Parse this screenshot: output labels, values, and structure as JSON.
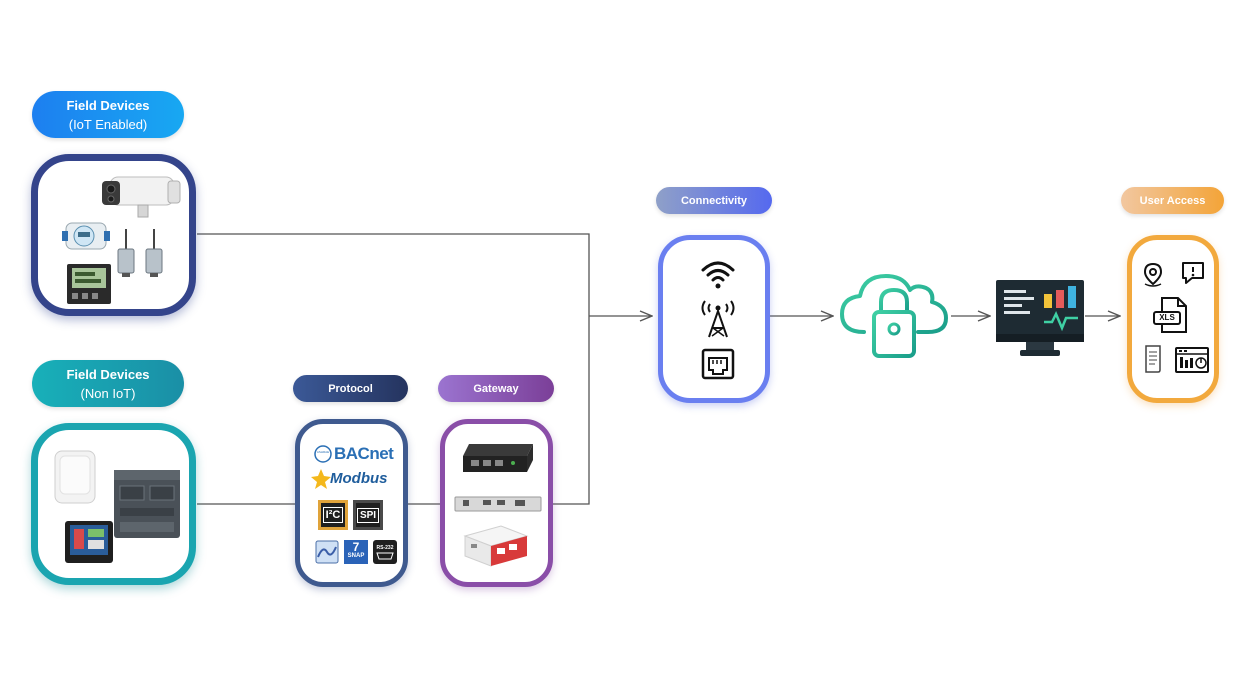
{
  "iot_devices": {
    "title": "Field Devices",
    "subtitle": "(IoT Enabled)"
  },
  "non_iot_devices": {
    "title": "Field Devices",
    "subtitle": "(Non IoT)"
  },
  "protocol": {
    "label": "Protocol",
    "bacnet": "BACnet",
    "bacnet_seal": "ASHRAE",
    "modbus": "Modbus",
    "i2c": "I²C",
    "spi": "SPI",
    "snap_num": "7",
    "snap": "SNAP",
    "rs232": "RS-232"
  },
  "gateway": {
    "label": "Gateway"
  },
  "connectivity": {
    "label": "Connectivity"
  },
  "user_access": {
    "label": "User Access",
    "xls": "XLS"
  },
  "colors": {
    "iot_blue": "#1e88f0",
    "iot_card_border": "#35448c",
    "non_iot_teal": "#1aa7b2",
    "protocol_border": "#3f5a8f",
    "gateway_border": "#8a4ea8",
    "connectivity_border": "#5a73f2",
    "cloud_green": "#1fb58f",
    "user_access_orange": "#f4a63c",
    "line": "#555555"
  },
  "icons": [
    "camera-icon",
    "water-meter-icon",
    "wireless-sensor-icon",
    "power-meter-icon",
    "thermostat-icon",
    "plc-icon",
    "hmi-panel-icon",
    "wifi-icon",
    "cell-tower-icon",
    "ethernet-port-icon",
    "cloud-lock-icon",
    "monitor-dashboard-icon",
    "location-pin-icon",
    "alert-bubble-icon",
    "xls-file-icon",
    "report-scroll-icon",
    "dashboard-icon"
  ]
}
